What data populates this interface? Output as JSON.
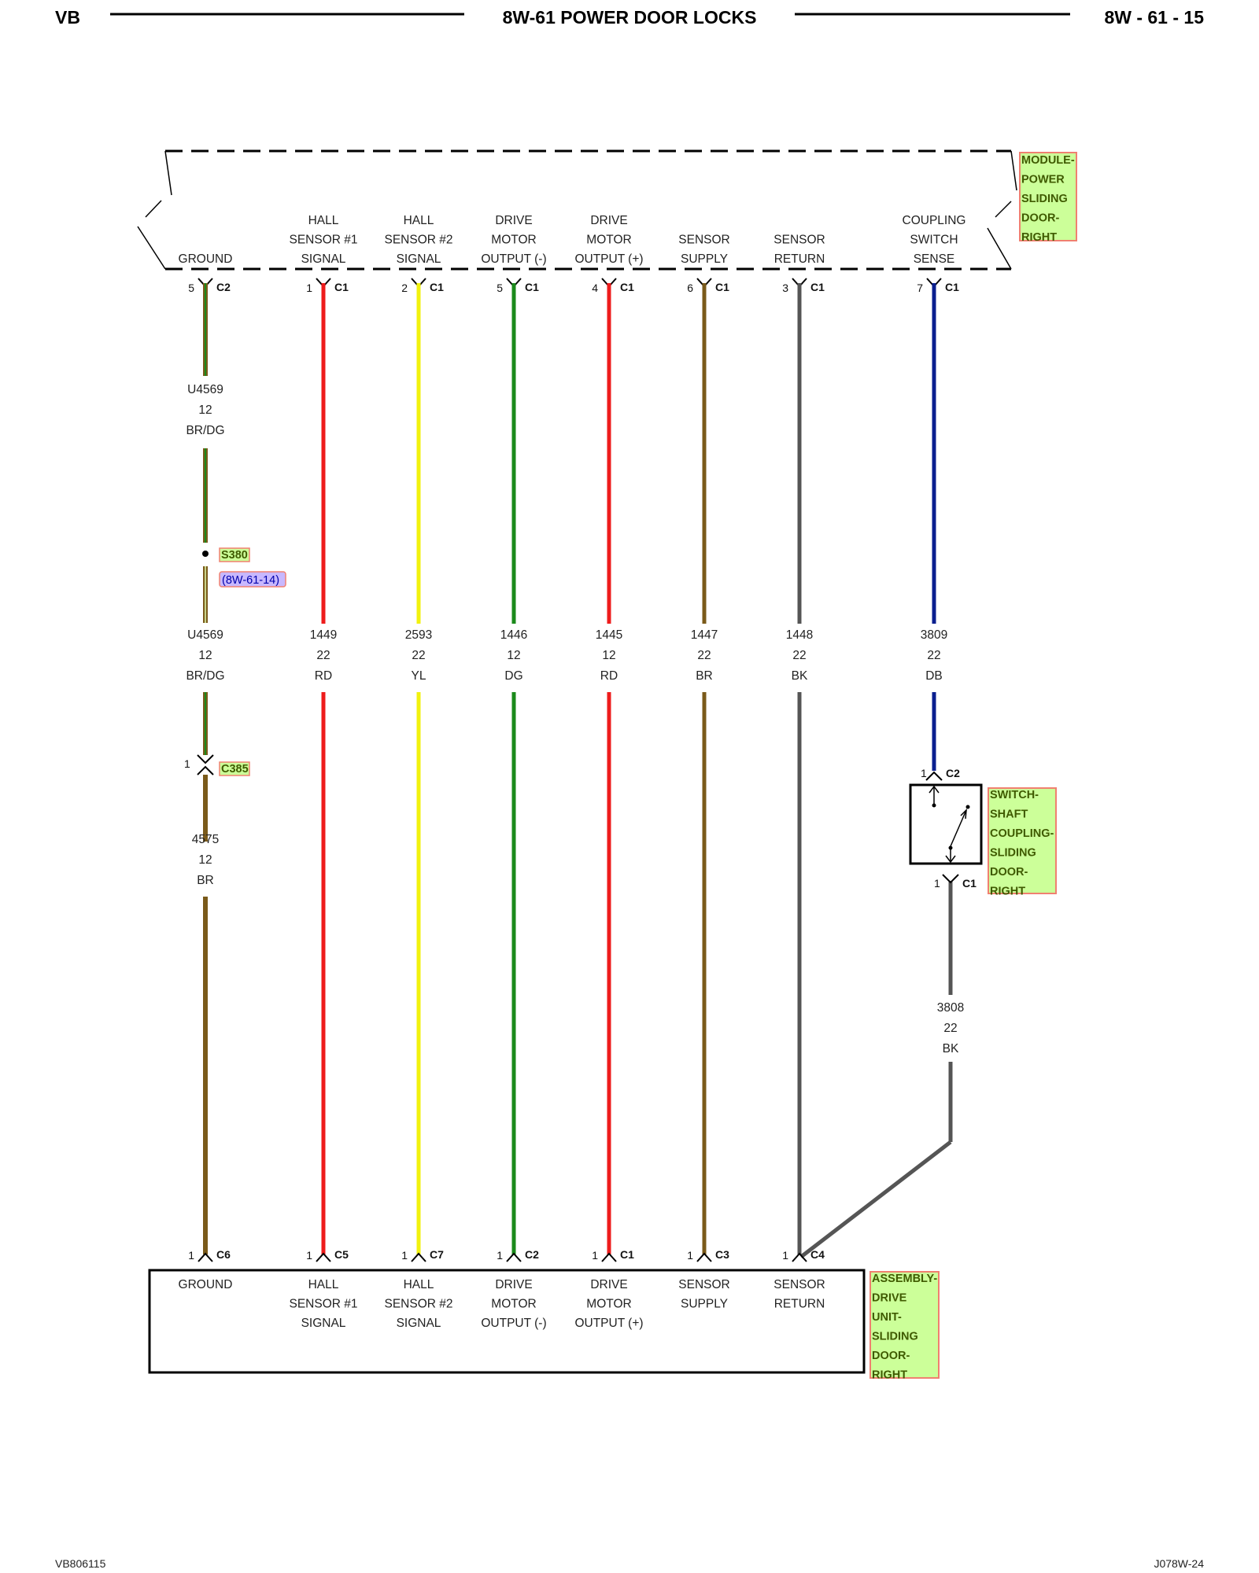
{
  "header": {
    "left": "VB",
    "title": "8W-61 POWER DOOR LOCKS",
    "right": "8W - 61 - 15"
  },
  "footer": {
    "left": "VB806115",
    "right": "J078W-24"
  },
  "module": {
    "name": [
      "MODULE-",
      "POWER",
      "SLIDING",
      "DOOR-",
      "RIGHT"
    ],
    "pins": [
      {
        "label": [
          "GROUND"
        ],
        "pin": "5",
        "conn": "C2"
      },
      {
        "label": [
          "HALL",
          "SENSOR #1",
          "SIGNAL"
        ],
        "pin": "1",
        "conn": "C1"
      },
      {
        "label": [
          "HALL",
          "SENSOR #2",
          "SIGNAL"
        ],
        "pin": "2",
        "conn": "C1"
      },
      {
        "label": [
          "DRIVE",
          "MOTOR",
          "OUTPUT (-)"
        ],
        "pin": "5",
        "conn": "C1"
      },
      {
        "label": [
          "DRIVE",
          "MOTOR",
          "OUTPUT (+)"
        ],
        "pin": "4",
        "conn": "C1"
      },
      {
        "label": [
          "SENSOR",
          "SUPPLY"
        ],
        "pin": "6",
        "conn": "C1"
      },
      {
        "label": [
          "SENSOR",
          "RETURN"
        ],
        "pin": "3",
        "conn": "C1"
      },
      {
        "label": [
          "COUPLING",
          "SWITCH",
          "SENSE"
        ],
        "pin": "7",
        "conn": "C1"
      }
    ]
  },
  "splice": {
    "name": "S380",
    "ref": "(8W-61-14)"
  },
  "inline_connector": {
    "name": "C385",
    "pin": "1"
  },
  "wires": [
    {
      "circuit": "U4569",
      "gauge": "12",
      "color": "BR/DG"
    },
    {
      "circuit": "U4569",
      "gauge": "12",
      "color": "BR/DG"
    },
    {
      "circuit": "4575",
      "gauge": "12",
      "color": "BR"
    },
    {
      "circuit": "1449",
      "gauge": "22",
      "color": "RD"
    },
    {
      "circuit": "2593",
      "gauge": "22",
      "color": "YL"
    },
    {
      "circuit": "1446",
      "gauge": "12",
      "color": "DG"
    },
    {
      "circuit": "1445",
      "gauge": "12",
      "color": "RD"
    },
    {
      "circuit": "1447",
      "gauge": "22",
      "color": "BR"
    },
    {
      "circuit": "1448",
      "gauge": "22",
      "color": "BK"
    },
    {
      "circuit": "3809",
      "gauge": "22",
      "color": "DB"
    },
    {
      "circuit": "3808",
      "gauge": "22",
      "color": "BK"
    }
  ],
  "switch": {
    "name": [
      "SWITCH-",
      "SHAFT",
      "COUPLING-",
      "SLIDING",
      "DOOR-",
      "RIGHT"
    ],
    "top": {
      "pin": "1",
      "conn": "C2"
    },
    "bottom": {
      "pin": "1",
      "conn": "C1"
    }
  },
  "assembly": {
    "name": [
      "ASSEMBLY-",
      "DRIVE",
      "UNIT-",
      "SLIDING",
      "DOOR-",
      "RIGHT"
    ],
    "pins": [
      {
        "label": [
          "GROUND"
        ],
        "pin": "1",
        "conn": "C6"
      },
      {
        "label": [
          "HALL",
          "SENSOR #1",
          "SIGNAL"
        ],
        "pin": "1",
        "conn": "C5"
      },
      {
        "label": [
          "HALL",
          "SENSOR #2",
          "SIGNAL"
        ],
        "pin": "1",
        "conn": "C7"
      },
      {
        "label": [
          "DRIVE",
          "MOTOR",
          "OUTPUT (-)"
        ],
        "pin": "1",
        "conn": "C2"
      },
      {
        "label": [
          "DRIVE",
          "MOTOR",
          "OUTPUT (+)"
        ],
        "pin": "1",
        "conn": "C1"
      },
      {
        "label": [
          "SENSOR",
          "SUPPLY"
        ],
        "pin": "1",
        "conn": "C3"
      },
      {
        "label": [
          "SENSOR",
          "RETURN"
        ],
        "pin": "1",
        "conn": "C4"
      }
    ]
  },
  "colors": {
    "BR": "#7a5a1a",
    "DG": "#1b8a1b",
    "RD": "#ee1c1c",
    "YL": "#f2f20e",
    "BK": "#555555",
    "DB": "#0a1f8f",
    "tag_fill": "#ccff99",
    "tag_border": "#f08070",
    "ref_fill": "#c8b8ff"
  }
}
